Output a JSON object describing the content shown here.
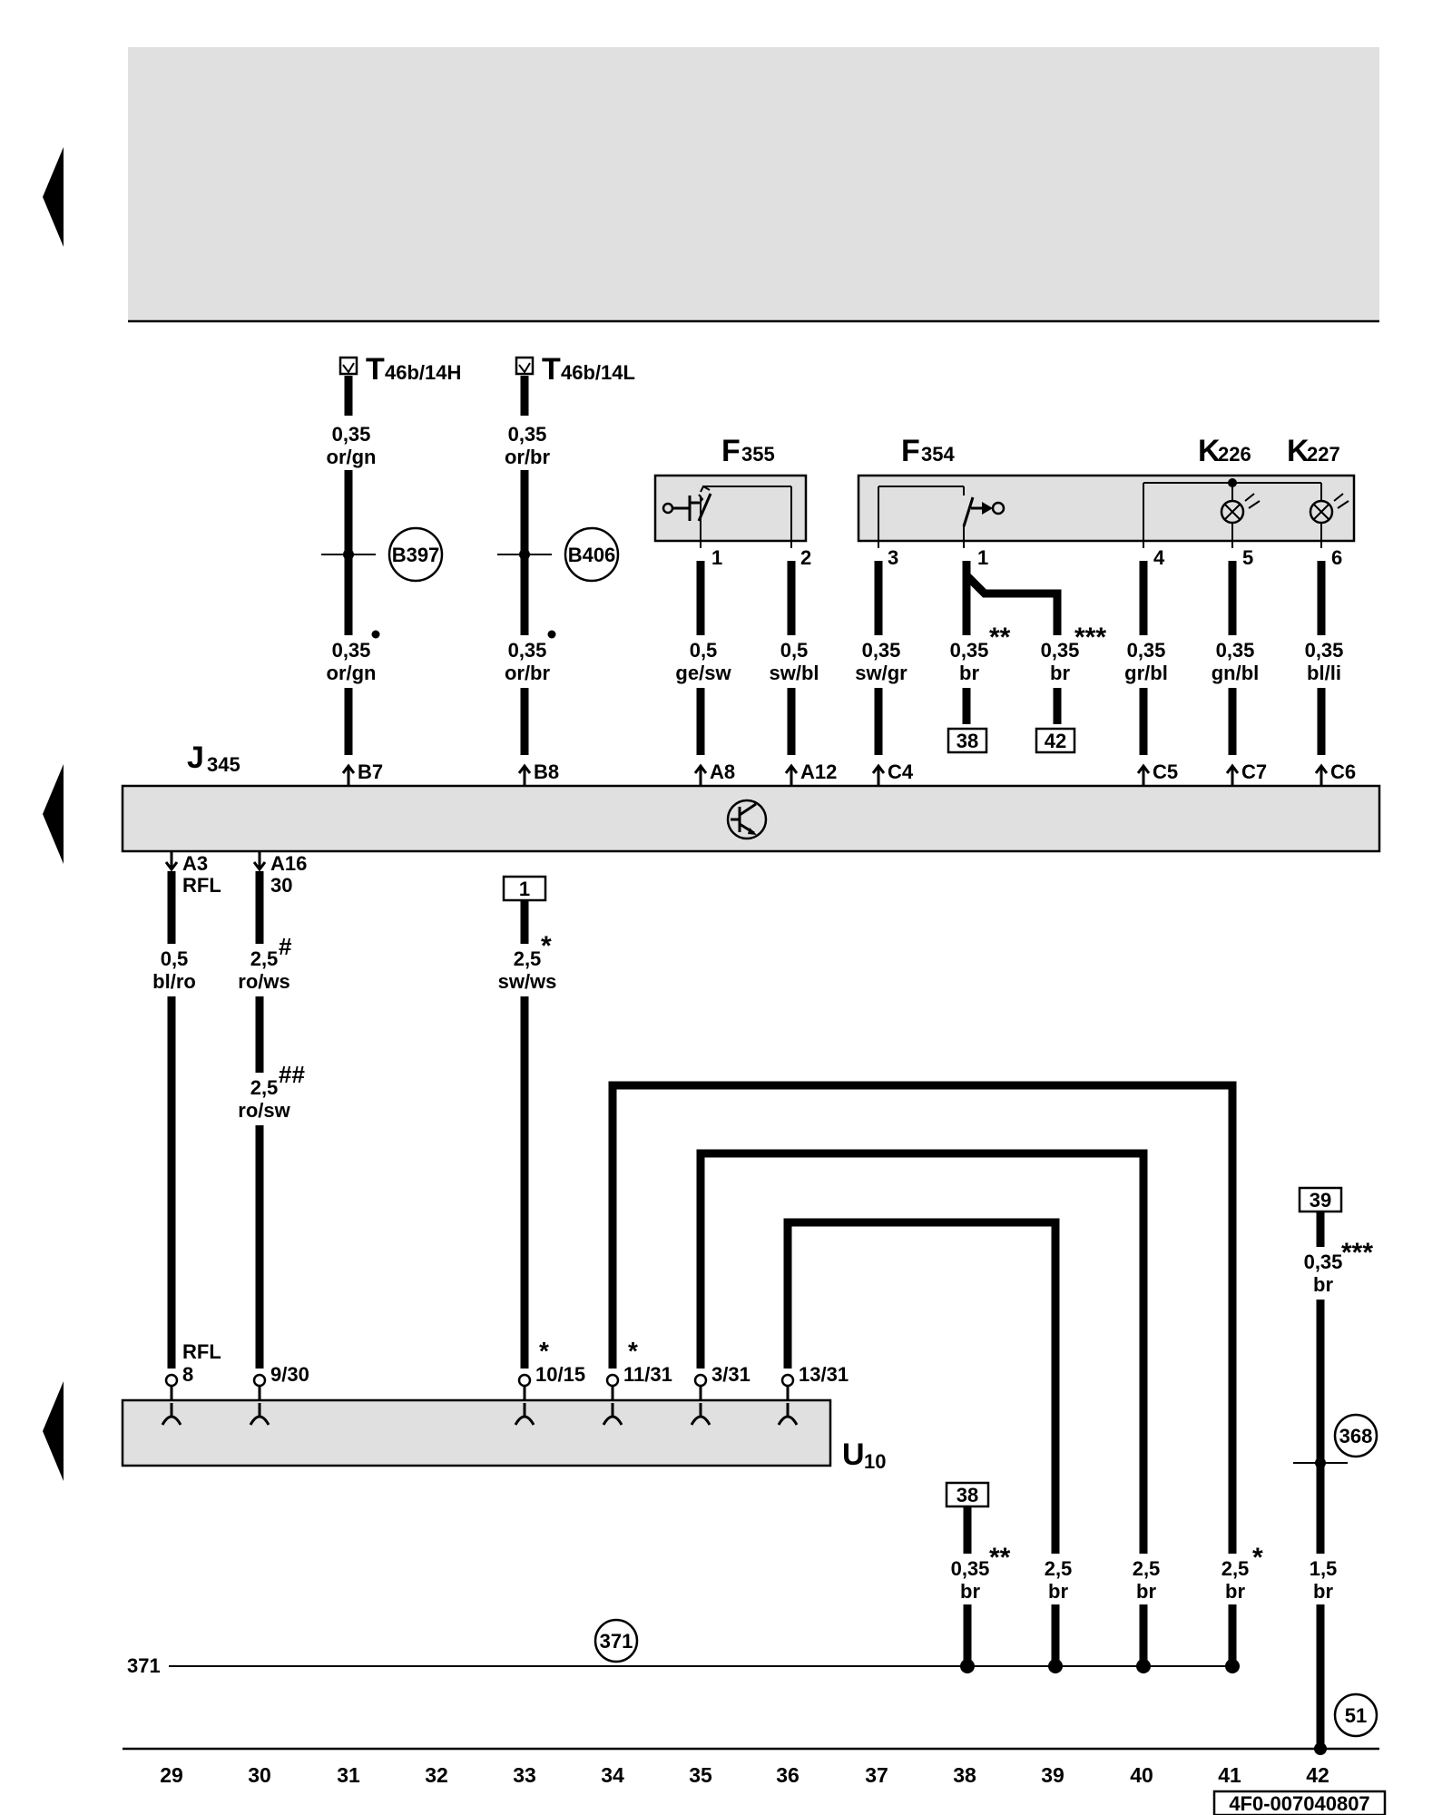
{
  "components": {
    "t_h": {
      "name": "T",
      "sub": "46b/14H"
    },
    "t_l": {
      "name": "T",
      "sub": "46b/14L"
    },
    "f355": {
      "name": "F",
      "sub": "355"
    },
    "f354": {
      "name": "F",
      "sub": "354"
    },
    "k226": {
      "name": "K",
      "sub": "226"
    },
    "k227": {
      "name": "K",
      "sub": "227"
    },
    "j345": {
      "name": "J",
      "sub": "345"
    },
    "u10": {
      "name": "U",
      "sub": "10"
    }
  },
  "wires": {
    "w1a": {
      "size": "0,35",
      "color": "or/gn"
    },
    "w1b": {
      "size": "0,35",
      "color": "or/gn"
    },
    "w2a": {
      "size": "0,35",
      "color": "or/br"
    },
    "w2b": {
      "size": "0,35",
      "color": "or/br"
    },
    "w3": {
      "size": "0,5",
      "color": "ge/sw"
    },
    "w4": {
      "size": "0,5",
      "color": "sw/bl"
    },
    "w5": {
      "size": "0,35",
      "color": "sw/gr"
    },
    "w6": {
      "size": "0,35",
      "color": "br",
      "mark": "**"
    },
    "w7": {
      "size": "0,35",
      "color": "br",
      "mark": "***"
    },
    "w8": {
      "size": "0,35",
      "color": "gr/bl"
    },
    "w9": {
      "size": "0,35",
      "color": "gn/bl"
    },
    "w10": {
      "size": "0,35",
      "color": "bl/li"
    },
    "w11": {
      "size": "0,5",
      "color": "bl/ro"
    },
    "w12": {
      "size": "2,5",
      "color": "ro/ws",
      "mark": "#"
    },
    "w13": {
      "size": "2,5",
      "color": "ro/sw",
      "mark": "##"
    },
    "w14": {
      "size": "2,5",
      "color": "sw/ws",
      "mark": "*"
    },
    "w15": {
      "size": "0,35",
      "color": "br",
      "mark": "***"
    },
    "w16": {
      "size": "0,35",
      "color": "br",
      "mark": "**"
    },
    "w17": {
      "size": "2,5",
      "color": "br"
    },
    "w18": {
      "size": "2,5",
      "color": "br"
    },
    "w19": {
      "size": "2,5",
      "color": "br",
      "mark": "*"
    },
    "w20": {
      "size": "1,5",
      "color": "br"
    }
  },
  "connectors": {
    "b397": "B397",
    "b406": "B406",
    "c368": "368",
    "c371": "371",
    "c51": "51"
  },
  "refs": {
    "r38a": "38",
    "r42": "42",
    "r1": "1",
    "r39": "39",
    "r38b": "38"
  },
  "pins": {
    "f355_1": "1",
    "f355_2": "2",
    "f354_3": "3",
    "f354_1": "1",
    "k_4": "4",
    "k_5": "5",
    "k_6": "6",
    "j_b7": "B7",
    "j_b8": "B8",
    "j_a8": "A8",
    "j_a12": "A12",
    "j_c4": "C4",
    "j_c5": "C5",
    "j_c7": "C7",
    "j_c6": "C6",
    "j_a3": "A3",
    "j_a3_name": "RFL",
    "j_a16": "A16",
    "j_a16_name": "30",
    "u_8_name": "RFL",
    "u_8": "8",
    "u_930": "9/30",
    "u_1015": "10/15",
    "u_1131": "11/31",
    "u_331": "3/31",
    "u_1331": "13/31",
    "star_1015": "*",
    "star_1131": "*"
  },
  "ground": {
    "label": "371"
  },
  "columns": [
    "29",
    "30",
    "31",
    "32",
    "33",
    "34",
    "35",
    "36",
    "37",
    "38",
    "39",
    "40",
    "41",
    "42"
  ],
  "footer": {
    "code": "4F0-007040807"
  },
  "colors": {
    "panel": "#e0e0e0",
    "line": "#000000"
  }
}
